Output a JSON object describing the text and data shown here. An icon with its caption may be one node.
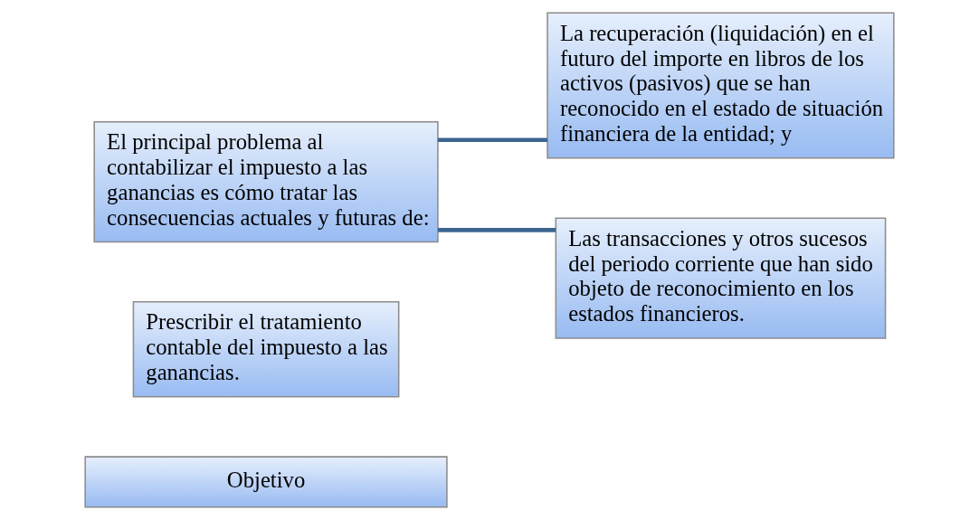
{
  "diagram": {
    "nodes": [
      {
        "text": [
          "Objetivo"
        ]
      },
      {
        "text": [
          "Prescribir el tratamiento contable del impuesto a las ganancias."
        ]
      },
      {
        "text": [
          "El principal problema al contabilizar el impuesto a las ganancias es cómo tratar las consecuencias actuales y futuras de:"
        ]
      },
      {
        "text": [
          "La recuperación (liquidación) en el futuro del importe en libros de los activos (pasivos) que se han reconocido en el estado de situación financiera de la entidad; y"
        ]
      },
      {
        "text": [
          "Las transacciones y otros sucesos del periodo corriente que han sido objeto de reconocimiento en los estados financieros."
        ]
      }
    ],
    "edges": [
      {
        "from": 2,
        "to": 3,
        "arrow": "none"
      },
      {
        "from": 2,
        "to": 4,
        "arrow": "none"
      }
    ]
  }
}
